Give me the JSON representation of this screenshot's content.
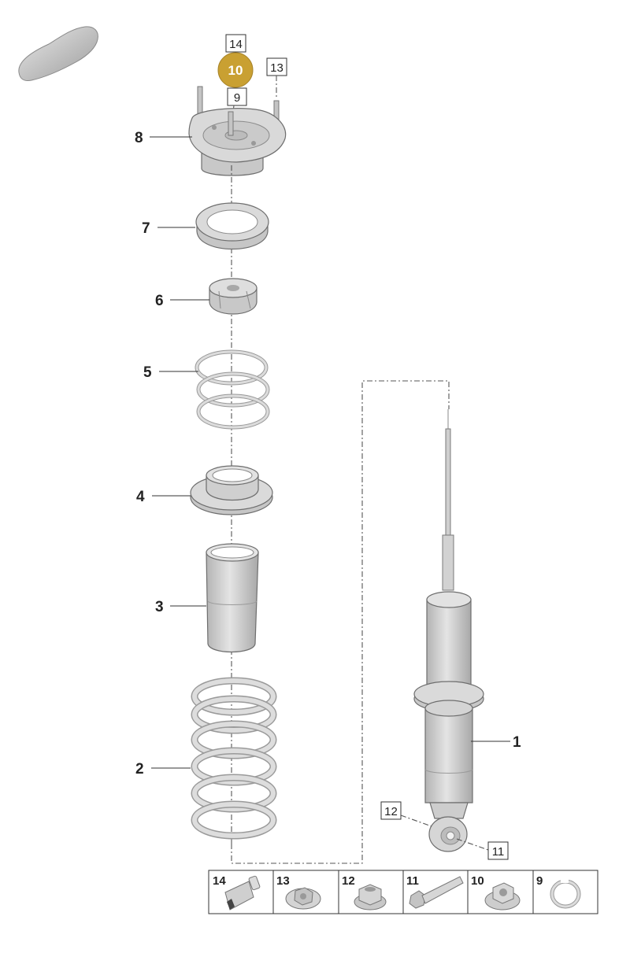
{
  "callouts": {
    "c1": "1",
    "c2": "2",
    "c3": "3",
    "c4": "4",
    "c5": "5",
    "c6": "6",
    "c7": "7",
    "c8": "8"
  },
  "boxed_labels": {
    "b14": "14",
    "b10": "10",
    "b9": "9",
    "b13": "13",
    "b12": "12",
    "b11": "11"
  },
  "legend": [
    {
      "num": "14",
      "icon": "sensor-icon"
    },
    {
      "num": "13",
      "icon": "flange-nut-icon"
    },
    {
      "num": "12",
      "icon": "collar-nut-icon"
    },
    {
      "num": "11",
      "icon": "bolt-icon"
    },
    {
      "num": "10",
      "icon": "hex-nut-icon"
    },
    {
      "num": "9",
      "icon": "circlip-icon"
    }
  ],
  "colors": {
    "part_fill": "#d6d6d6",
    "part_shade": "#b9b9b9",
    "highlight": "#c9a032"
  }
}
